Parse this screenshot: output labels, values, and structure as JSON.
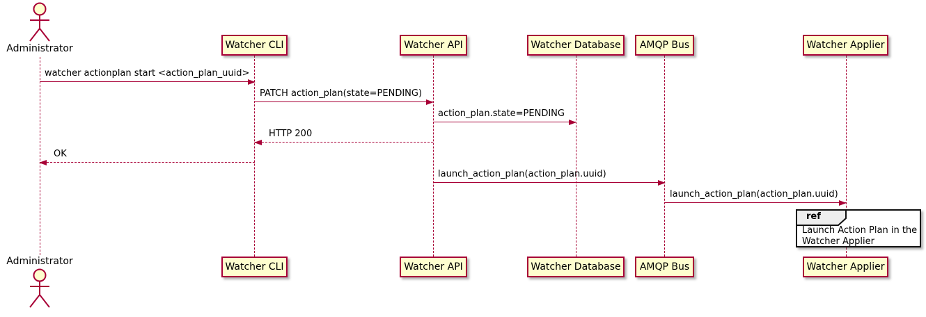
{
  "diagram": {
    "type": "sequence",
    "actor": {
      "name": "Administrator"
    },
    "participants": [
      {
        "label": "Watcher CLI"
      },
      {
        "label": "Watcher API"
      },
      {
        "label": "Watcher Database"
      },
      {
        "label": "AMQP Bus"
      },
      {
        "label": "Watcher Applier"
      }
    ],
    "messages": [
      {
        "from": "Administrator",
        "to": "Watcher CLI",
        "label": "watcher actionplan start <action_plan_uuid>",
        "line": "solid",
        "direction": "right"
      },
      {
        "from": "Watcher CLI",
        "to": "Watcher API",
        "label": "PATCH action_plan(state=PENDING)",
        "line": "solid",
        "direction": "right"
      },
      {
        "from": "Watcher API",
        "to": "Watcher Database",
        "label": "action_plan.state=PENDING",
        "line": "solid",
        "direction": "right"
      },
      {
        "from": "Watcher API",
        "to": "Watcher CLI",
        "label": "HTTP 200",
        "line": "dashed",
        "direction": "left"
      },
      {
        "from": "Watcher CLI",
        "to": "Administrator",
        "label": "OK",
        "line": "dashed",
        "direction": "left"
      },
      {
        "from": "Watcher API",
        "to": "AMQP Bus",
        "label": "launch_action_plan(action_plan.uuid)",
        "line": "solid",
        "direction": "right"
      },
      {
        "from": "AMQP Bus",
        "to": "Watcher Applier",
        "label": "launch_action_plan(action_plan.uuid)",
        "line": "solid",
        "direction": "right"
      }
    ],
    "ref": {
      "keyword": "ref",
      "lines": [
        "Launch Action Plan in the",
        "Watcher Applier"
      ]
    },
    "colors": {
      "participant_fill": "#FEFECE",
      "stroke": "#A80036",
      "ref_header_fill": "#EEEEEE",
      "ref_border": "#111111",
      "text": "#000000"
    }
  }
}
